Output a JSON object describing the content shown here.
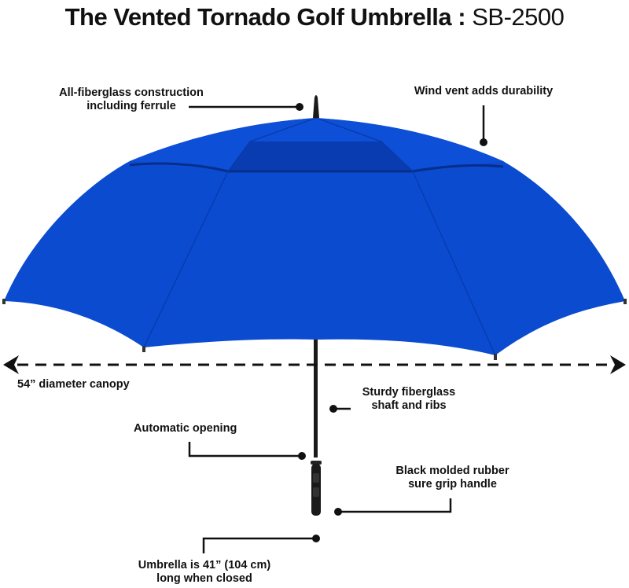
{
  "title": {
    "bold": "The Vented Tornado Golf Umbrella :",
    "normal": " SB-2500"
  },
  "callouts": {
    "ferrule": {
      "line1": "All-fiberglass construction",
      "line2": "including ferrule"
    },
    "vent": {
      "line1": "Wind vent adds durability"
    },
    "diameter": {
      "line1": "54” diameter canopy"
    },
    "shaft": {
      "line1": "Sturdy fiberglass",
      "line2": "shaft and ribs"
    },
    "opening": {
      "line1": "Automatic opening"
    },
    "handle": {
      "line1": "Black molded rubber",
      "line2": "sure grip handle"
    },
    "length": {
      "line1": "Umbrella is 41” (104 cm)",
      "line2": "long when closed"
    }
  },
  "colors": {
    "canopy": "#0a4bd0",
    "canopy_dark": "#083cb0",
    "vent_shadow": "#062d8a",
    "handle": "#1a1a1a",
    "line": "#111111"
  }
}
